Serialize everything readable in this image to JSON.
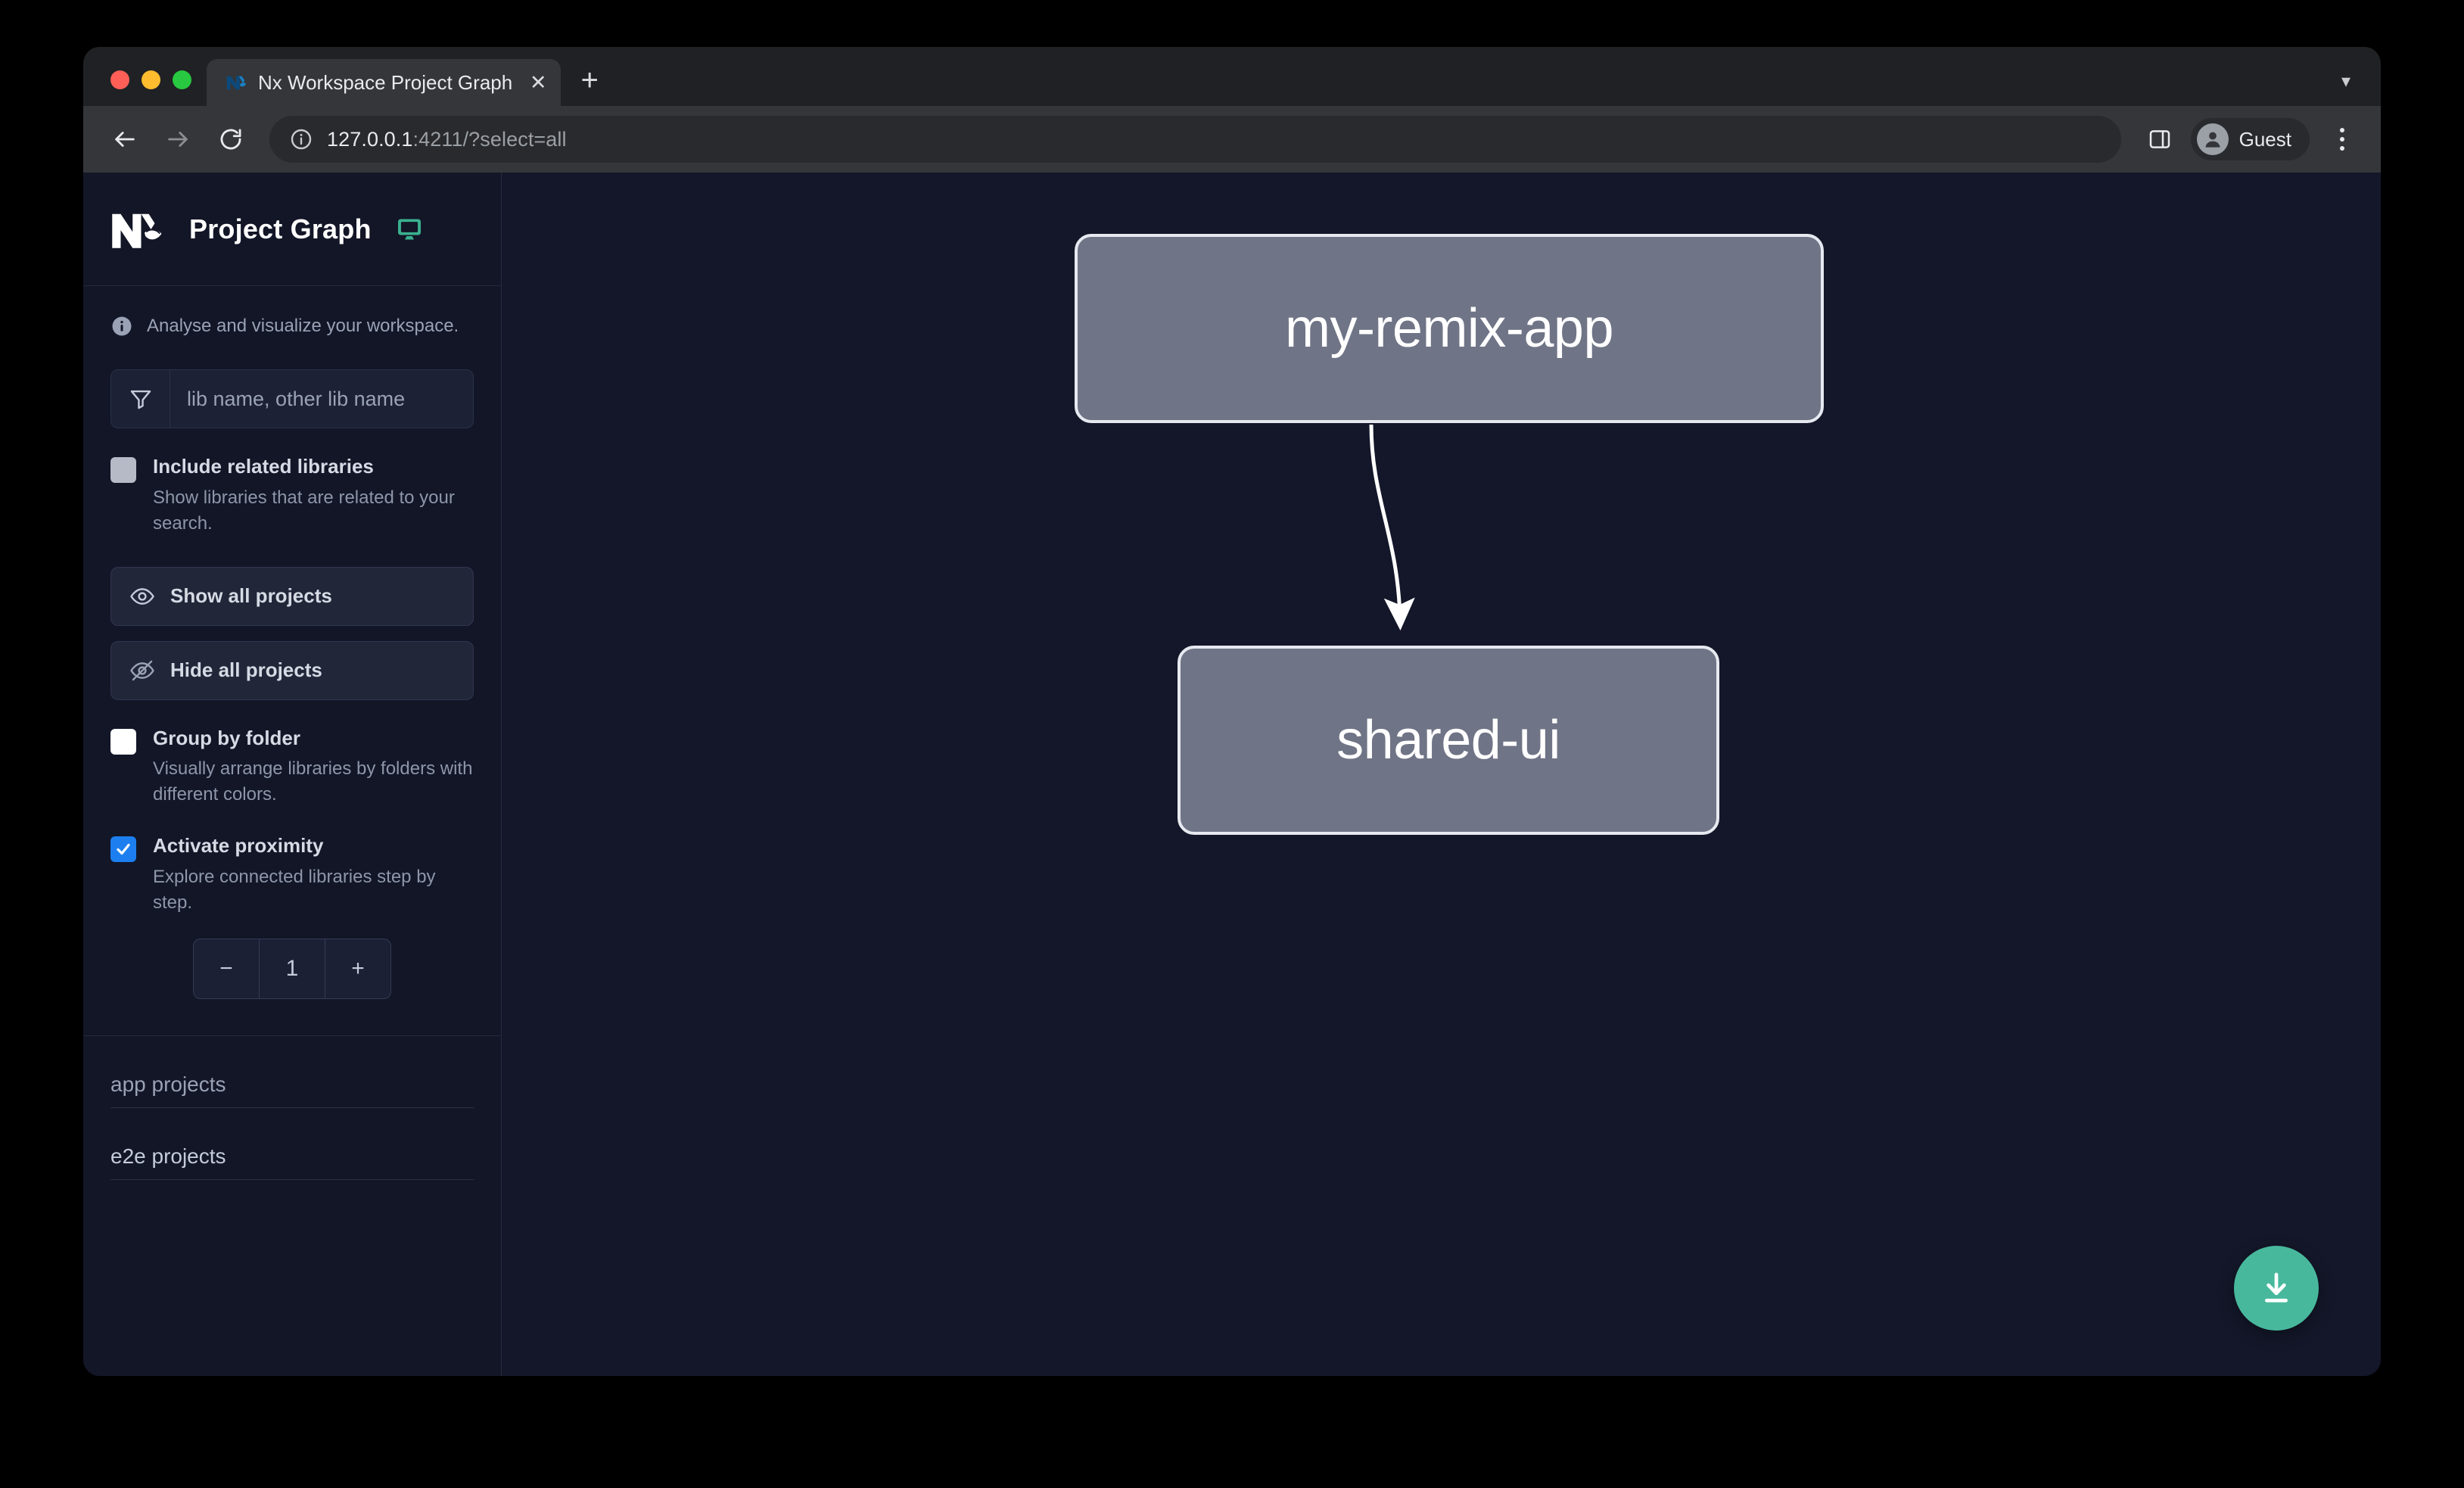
{
  "browser": {
    "tab": {
      "title": "Nx Workspace Project Graph",
      "favicon_icon": "nx-favicon-icon",
      "close_icon": "close-icon"
    },
    "new_tab_icon": "plus-icon",
    "tabstrip_chevron_icon": "chevron-down-icon",
    "toolbar": {
      "back_icon": "arrow-left-icon",
      "forward_icon": "arrow-right-icon",
      "reload_icon": "reload-icon",
      "site_info_icon": "info-circle-icon",
      "url_host": "127.0.0.1",
      "url_rest": ":4211/?select=all",
      "side_panel_icon": "side-panel-icon",
      "profile_icon": "person-avatar-icon",
      "profile_name": "Guest",
      "menu_icon": "three-dots-vertical-icon"
    }
  },
  "sidebar": {
    "logo_icon": "nx-logo-icon",
    "title": "Project Graph",
    "monitor_icon": "monitor-icon",
    "info_icon": "info-circle-icon",
    "info_text": "Analyse and visualize your workspace.",
    "search": {
      "filter_icon": "filter-funnel-icon",
      "placeholder": "lib name, other lib name",
      "value": ""
    },
    "options": [
      {
        "id": "include-related-libraries",
        "label": "Include related libraries",
        "description": "Show libraries that are related to your search.",
        "checked": false,
        "style": "gray"
      },
      {
        "id": "group-by-folder",
        "label": "Group by folder",
        "description": "Visually arrange libraries by folders with different colors.",
        "checked": false,
        "style": "white"
      },
      {
        "id": "activate-proximity",
        "label": "Activate proximity",
        "description": "Explore connected libraries step by step.",
        "checked": true,
        "style": "blue"
      }
    ],
    "buttons": [
      {
        "id": "show-all-projects",
        "label": "Show all projects",
        "icon": "eye-icon"
      },
      {
        "id": "hide-all-projects",
        "label": "Hide all projects",
        "icon": "eye-slash-icon"
      }
    ],
    "stepper": {
      "decrement_label": "−",
      "value": "1",
      "increment_label": "+"
    },
    "project_sections": [
      {
        "id": "app-projects",
        "label": "app projects"
      },
      {
        "id": "e2e-projects",
        "label": "e2e projects"
      }
    ]
  },
  "graph": {
    "nodes": [
      {
        "id": "my-remix-app",
        "label": "my-remix-app"
      },
      {
        "id": "shared-ui",
        "label": "shared-ui"
      }
    ],
    "edges": [
      {
        "from": "my-remix-app",
        "to": "shared-ui"
      }
    ],
    "download_icon": "download-icon"
  },
  "colors": {
    "accent_green": "#48b89c",
    "checkbox_blue": "#1d7fef",
    "node_fill": "#6f7486",
    "node_border": "#e7e9f0",
    "canvas_bg": "#131729",
    "sidebar_bg": "#121627"
  }
}
